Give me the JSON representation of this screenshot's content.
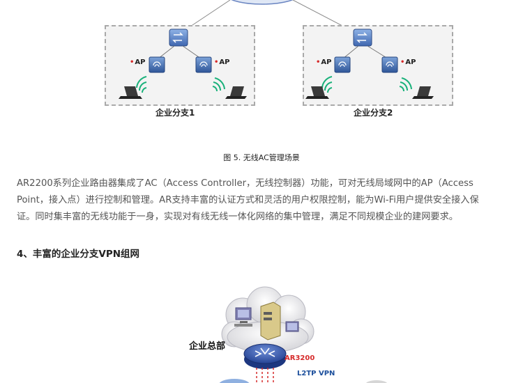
{
  "figure5": {
    "branches": [
      {
        "label": "企业分支1",
        "ap_left": "AP",
        "ap_right": "AP"
      },
      {
        "label": "企业分支2",
        "ap_left": "AP",
        "ap_right": "AP"
      }
    ],
    "caption": "图 5. 无线AC管理场景"
  },
  "paragraph": {
    "lines": [
      "AR2200系列企业路由器集成了AC（Access Controller，无线控制器）功能，可对无线局域网中的AP（Access",
      "Point，接入点）进行控制和管理。AR支持丰富的认证方式和灵活的用户权限控制，能为Wi-Fi用户提供安全接入保",
      "证。同时集丰富的无线功能于一身，实现对有线无线一体化网络的集中管理，满足不同规模企业的建网要求。"
    ]
  },
  "section": {
    "heading": "4、丰富的企业分支VPN组网"
  },
  "figure6": {
    "hq_label": "企业总部",
    "router_label": "AR3200",
    "link_label": "L2TP VPN"
  },
  "colors": {
    "accent_red": "#d62a2a",
    "vpn_blue": "#1c4f9c",
    "router_blue": "#2e4fa8"
  }
}
